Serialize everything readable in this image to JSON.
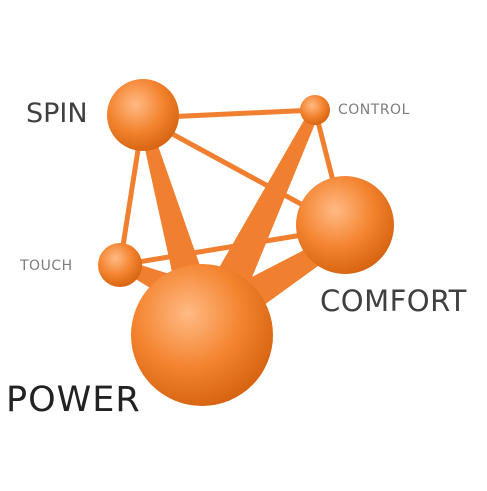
{
  "labels": {
    "spin": "SPIN",
    "control": "CONTROL",
    "touch": "TOUCH",
    "comfort": "COMFORT",
    "power": "POWER"
  },
  "colors": {
    "node_light": "#ffba85",
    "node_mid": "#f3832e",
    "node_dark": "#d3600e",
    "edge": "#f07f30",
    "label_dark": "#3f3f3f",
    "label_light": "#7d7d7d"
  }
}
